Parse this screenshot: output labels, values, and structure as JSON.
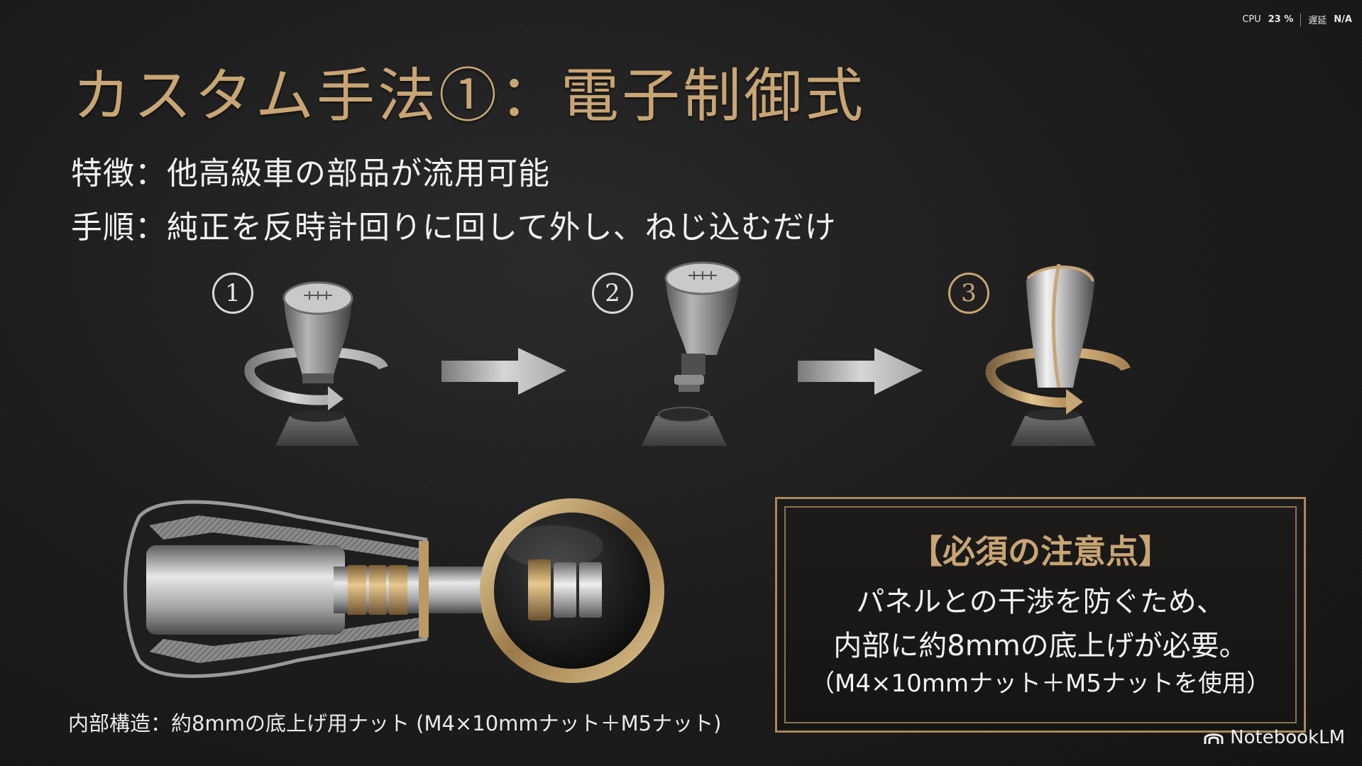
{
  "status": {
    "cpu_label": "CPU",
    "cpu_value": "23 %",
    "latency_label": "遅延",
    "latency_value": "N/A"
  },
  "slide": {
    "title": "カスタム手法①：電子制御式",
    "feature_line": "特徴：他高級車の部品が流用可能",
    "procedure_line": "手順：純正を反時計回りに回して外し、ねじ込むだけ",
    "steps": [
      {
        "num": "1"
      },
      {
        "num": "2"
      },
      {
        "num": "3"
      }
    ],
    "caption": "内部構造：約8mmの底上げ用ナット (M4×10mmナット＋M5ナット)",
    "notice": {
      "title": "【必須の注意点】",
      "line1": "パネルとの干渉を防ぐため、",
      "line2": "内部に約8mmの底上げが必要。",
      "line3": "（M4×10mmナット＋M5ナットを使用）"
    },
    "brand": "NotebookLM"
  },
  "colors": {
    "gold": "#c8a574",
    "background": "#1d1d1d",
    "text": "#f2f2f2"
  }
}
